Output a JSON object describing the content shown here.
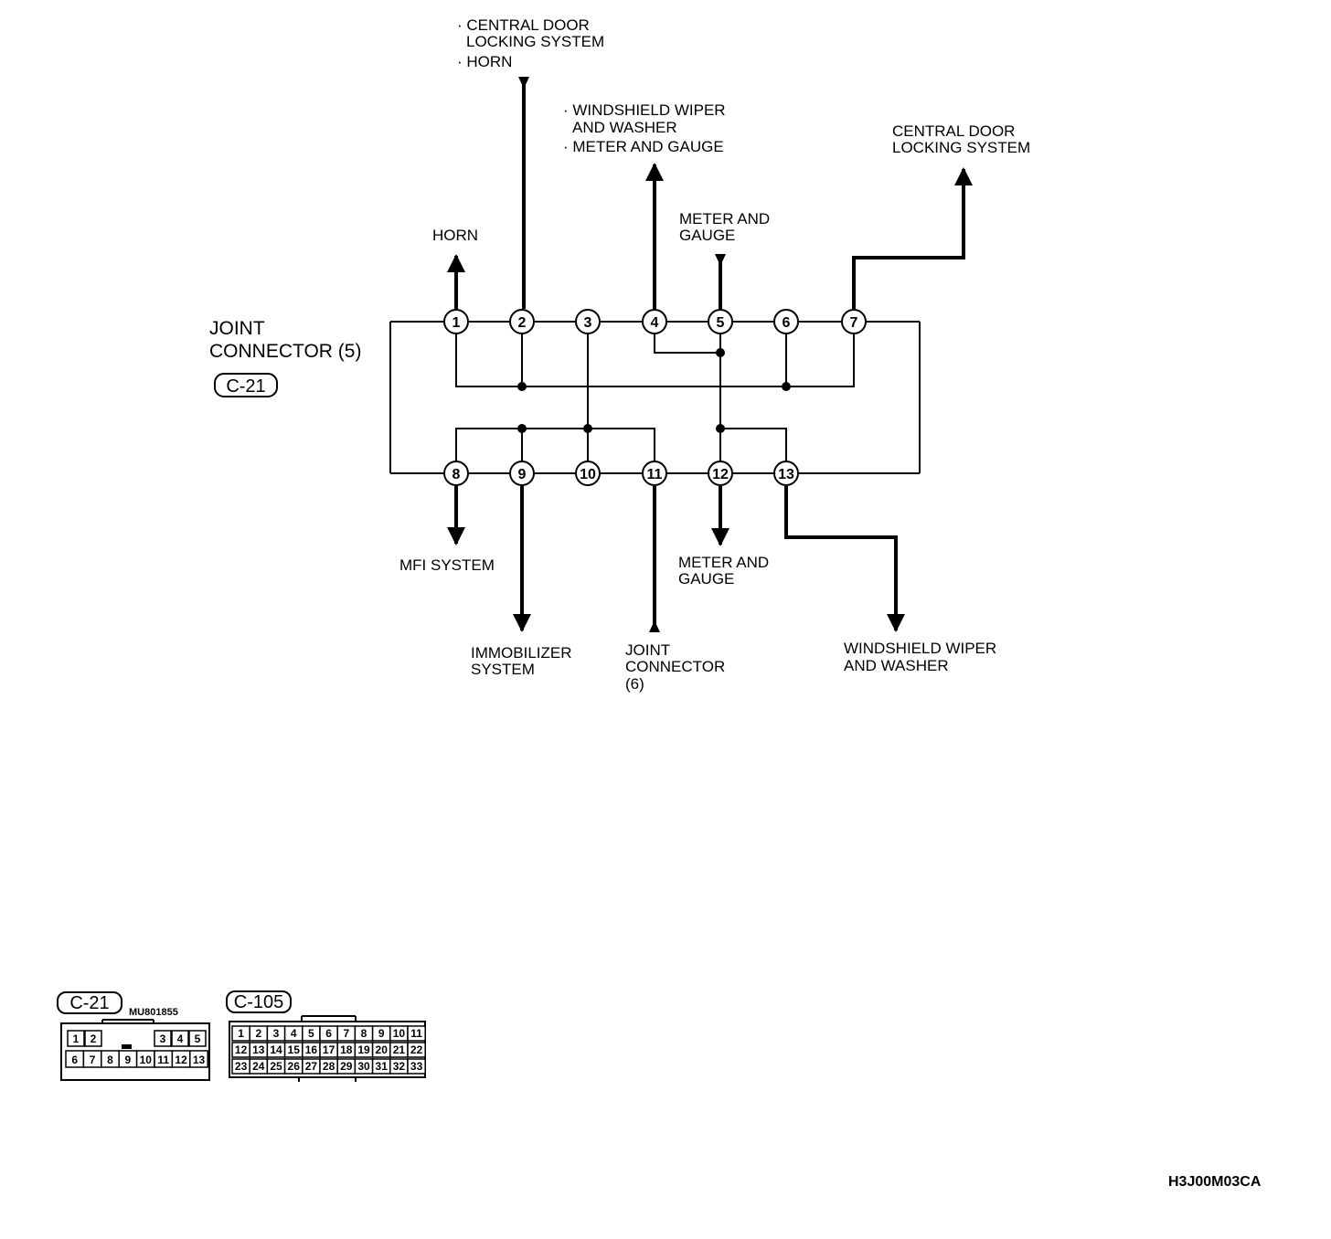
{
  "connector_title": [
    "JOINT",
    "CONNECTOR (5)"
  ],
  "connector_badge": "C-21",
  "pins_top": [
    "1",
    "2",
    "3",
    "4",
    "5",
    "6",
    "7"
  ],
  "pins_bottom": [
    "8",
    "9",
    "10",
    "11",
    "12",
    "13"
  ],
  "labels": {
    "pin2_line1": "· CENTRAL DOOR",
    "pin2_line2": "LOCKING SYSTEM",
    "pin2_line3": "· HORN",
    "pin4_line1": "· WINDSHIELD WIPER",
    "pin4_line2": "AND WASHER",
    "pin4_line3": "· METER AND GAUGE",
    "pin7_line1": "CENTRAL DOOR",
    "pin7_line2": "LOCKING SYSTEM",
    "pin1": "HORN",
    "pin5_line1": "METER AND",
    "pin5_line2": "GAUGE",
    "pin8": "MFI SYSTEM",
    "pin9_line1": "IMMOBILIZER",
    "pin9_line2": "SYSTEM",
    "pin11_line1": "JOINT",
    "pin11_line2": "CONNECTOR",
    "pin11_line3": "(6)",
    "pin12_line1": "METER AND",
    "pin12_line2": "GAUGE",
    "pin13_line1": "WINDSHIELD WIPER",
    "pin13_line2": "AND WASHER"
  },
  "connector_views": {
    "c21": {
      "badge": "C-21",
      "part_number": "MU801855",
      "row1": [
        "1",
        "2",
        "3",
        "4",
        "5"
      ],
      "row2": [
        "6",
        "7",
        "8",
        "9",
        "10",
        "11",
        "12",
        "13"
      ]
    },
    "c105": {
      "badge": "C-105",
      "row1": [
        "1",
        "2",
        "3",
        "4",
        "5",
        "6",
        "7",
        "8",
        "9",
        "10",
        "11"
      ],
      "row2": [
        "12",
        "13",
        "14",
        "15",
        "16",
        "17",
        "18",
        "19",
        "20",
        "21",
        "22"
      ],
      "row3": [
        "23",
        "24",
        "25",
        "26",
        "27",
        "28",
        "29",
        "30",
        "31",
        "32",
        "33"
      ]
    }
  },
  "figure_code": "H3J00M03CA"
}
